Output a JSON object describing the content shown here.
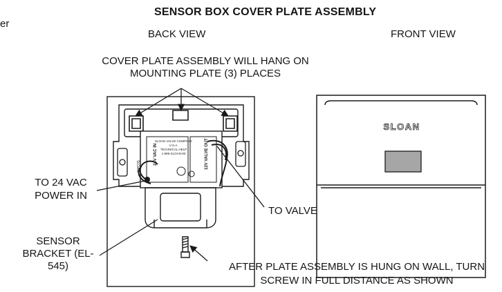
{
  "page": {
    "edge_text": "er",
    "title": "SENSOR BOX COVER PLATE ASSEMBLY",
    "back_view_label": "BACK VIEW",
    "front_view_label": "FRONT VIEW"
  },
  "callouts": {
    "hang_note_line1": "COVER PLATE ASSEMBLY WILL HANG ON",
    "hang_note_line2": "MOUNTING PLATE (3) PLACES",
    "power_line1": "TO 24 VAC",
    "power_line2": "POWER IN",
    "valve": "TO VALVE",
    "sensor_line1": "SENSOR",
    "sensor_line2": "BRACKET (EL-",
    "sensor_line3": "545)",
    "screw_line1": "AFTER PLATE ASSEMBLY IS HUNG ON WALL, TURN",
    "screw_line2": "SCREW IN FULL DISTANCE AS SHOWN"
  },
  "front_view": {
    "brand_logo": "SLOAN"
  },
  "back_view": {
    "box_label_line1": "SLOAN VALVE COMPANY",
    "box_label_line2": "U.S.A.",
    "box_label_line3": "TECHNICAL HELP",
    "box_label_line4": "1-888-SLOAN-00",
    "input_label": "24V VAC IN",
    "output_label": "12V VALVE OUT",
    "side_label": "SLOAN"
  },
  "colors": {
    "line": "#1a1a1a",
    "sensor_window": "#a6a6a6"
  }
}
